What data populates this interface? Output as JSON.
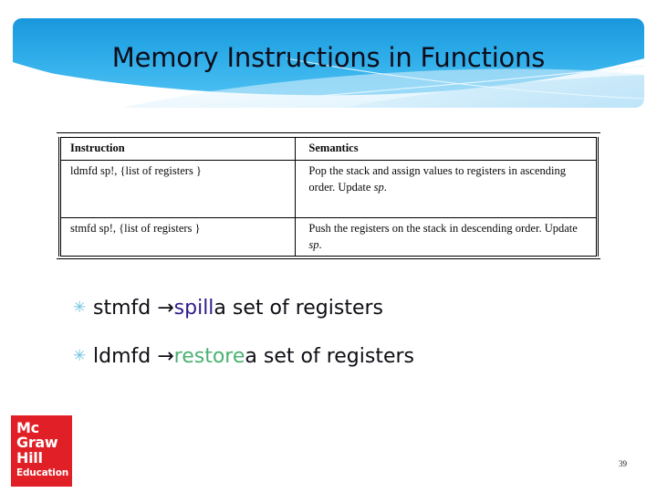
{
  "slide": {
    "title": "Memory Instructions in Functions",
    "page_number": "39",
    "banner": {
      "color_dark": "#1f9fe0",
      "color_mid": "#39b3ee",
      "color_light": "#9fd9f6",
      "color_pale": "#cfeafb",
      "line_color": "#d9f2ff"
    }
  },
  "table": {
    "headers": [
      "Instruction",
      "Semantics"
    ],
    "rows": [
      {
        "instruction": "ldmfd sp!, {list of registers }",
        "semantics_pre": "Pop the stack and assign values to registers in ascending order. Update ",
        "semantics_em": "sp",
        "semantics_post": "."
      },
      {
        "instruction": "stmfd sp!, {list of registers }",
        "semantics_pre": "Push the registers on the stack in descending order. Update ",
        "semantics_em": "sp",
        "semantics_post": "."
      }
    ]
  },
  "bullets": [
    {
      "marker": "✳",
      "pre": "stmfd → ",
      "keyword": "spill",
      "post": " a set of registers",
      "keyword_color": "#2e1a8c"
    },
    {
      "marker": "✳",
      "pre": "ldmfd → ",
      "keyword": "restore",
      "post": " a set of registers",
      "keyword_color": "#4bb173"
    }
  ],
  "logo": {
    "line1": "Mc",
    "line2": "Graw",
    "line3": "Hill",
    "line4": "Education",
    "background": "#e01f26"
  }
}
